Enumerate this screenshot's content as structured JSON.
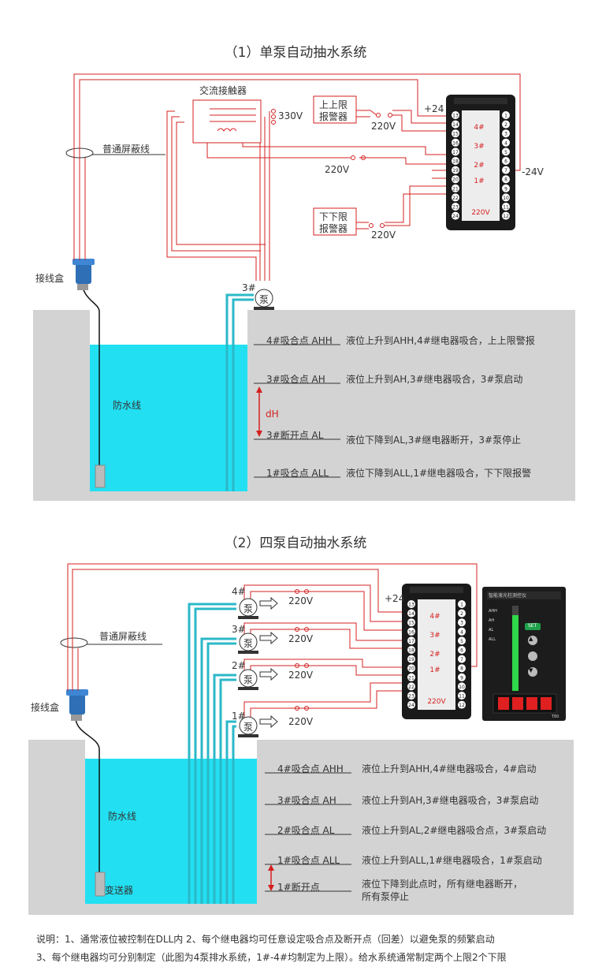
{
  "diagram1": {
    "title": "（1）单泵自动抽水系统",
    "contactor": "交流接触器",
    "v330": "330V",
    "upper_alarm": [
      "上上限",
      "报警器"
    ],
    "lower_alarm": [
      "下下限",
      "报警器"
    ],
    "v220_a": "220V",
    "v220_b": "220V",
    "v220_c": "220V",
    "plus24": "+24",
    "minus24": "-24V",
    "shield_wire": "普通屏蔽线",
    "junction_box": "接线盒",
    "waterproof_wire": "防水线",
    "pump_num": "3#",
    "pump_char": "泵",
    "dh": "dH",
    "levels": [
      {
        "label": "4#吸合点  AHH",
        "desc": "液位上升到AHH,4#继电器吸合，上上限警报"
      },
      {
        "label": "3#吸合点  AH",
        "desc": "液位上升到AH,3#继电器吸合，3#泵启动"
      },
      {
        "label": "3#断开点  AL",
        "desc": "液位下降到AL,3#继电器断开，3#泵停止"
      },
      {
        "label": "1#吸合点  ALL",
        "desc": "液位下降到ALL,1#继电器吸合，下下限报警"
      }
    ]
  },
  "diagram2": {
    "title": "（2）四泵自动抽水系统",
    "plus24": "+24",
    "shield_wire": "普通屏蔽线",
    "junction_box": "接线盒",
    "waterproof_wire": "防水线",
    "transmitter": "变送器",
    "pumps": [
      {
        "num": "4#",
        "char": "泵",
        "volt": "220V"
      },
      {
        "num": "3#",
        "char": "泵",
        "volt": "220V"
      },
      {
        "num": "2#",
        "char": "泵",
        "volt": "220V"
      },
      {
        "num": "1#",
        "char": "泵",
        "volt": "220V"
      }
    ],
    "levels": [
      {
        "label": "4#吸合点  AHH",
        "desc": "液位上升到AHH,4#继电器吸合，4#启动"
      },
      {
        "label": "3#吸合点  AH",
        "desc": "液位上升到AH,3#继电器吸合，3#泵启动"
      },
      {
        "label": "2#吸合点  AL",
        "desc": "液位上升到AL,2#继电器吸合点，3#泵启动"
      },
      {
        "label": "1#吸合点  ALL",
        "desc": "液位上升到ALL,1#继电器吸合，1#泵启动"
      },
      {
        "label": "1#断开点",
        "desc": "液位下降到此点时，所有继电器断开，",
        "desc2": "所有泵停止"
      }
    ],
    "meter": {
      "name": "智能液光柱测控仪",
      "scale": [
        "AHH",
        "AH",
        "AL",
        "ALL"
      ],
      "model": "T80",
      "buttons": [
        "SET",
        "▲",
        "▼"
      ]
    }
  },
  "relay_board": {
    "left_terminals": [
      "13",
      "14",
      "15",
      "16",
      "17",
      "18",
      "19",
      "20",
      "21",
      "22",
      "23",
      "24"
    ],
    "right_terminals": [
      "1",
      "2",
      "3",
      "4",
      "5",
      "6",
      "7",
      "8",
      "9",
      "10",
      "11",
      "12"
    ],
    "relay_labels": [
      "4#",
      "3#",
      "2#",
      "1#"
    ],
    "voltage": "220V"
  },
  "notes": {
    "line1": "说明：1、通常液位被控制在DLL内    2、每个继电器均可任意设定吸合点及断开点（回差）以避免泵的频繁启动",
    "line2": "3、每个继电器均可分别制定（此图为4泵排水系统，1#-4#均制定为上限）。给水系统通常制定两个上限2个下限"
  },
  "colors": {
    "wire": "#d42020",
    "water": "#22e0f2",
    "pipe": "#2bb8c8",
    "tank": "#d3d3d3",
    "panel": "#cccccc"
  }
}
